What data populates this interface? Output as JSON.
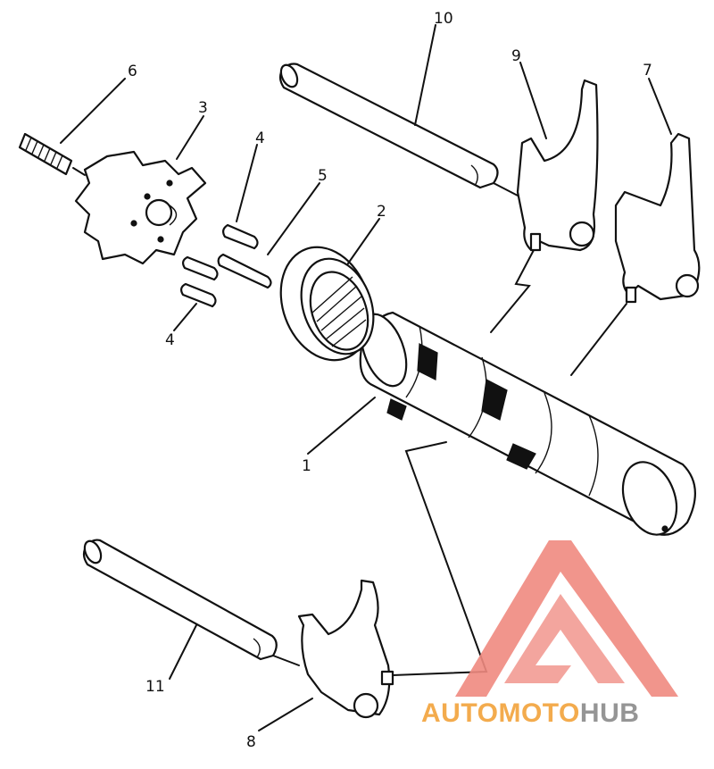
{
  "labels": {
    "l1": "1",
    "l2": "2",
    "l3": "3",
    "l4a": "4",
    "l4b": "4",
    "l5": "5",
    "l6": "6",
    "l7": "7",
    "l8": "8",
    "l9": "9",
    "l10": "10",
    "l11": "11"
  },
  "watermark": {
    "part1": "AUTO",
    "part2": "MOTO",
    "part3": "HUB",
    "color_primary": "#f2a23a",
    "color_secondary": "#8a8a8a",
    "logo_color": "#f08a80"
  }
}
